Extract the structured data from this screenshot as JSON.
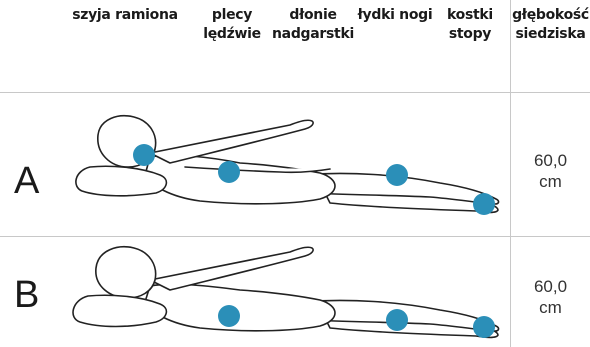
{
  "headers": {
    "neck": "szyja ramiona",
    "back_1": "plecy",
    "back_2": "lędźwie",
    "hands_1": "dłonie",
    "hands_2": "nadgarstki",
    "calves": "łydki nogi",
    "ankles_1": "kostki",
    "ankles_2": "stopy",
    "depth_1": "głębokość",
    "depth_2": "siedziska"
  },
  "rows": [
    {
      "label": "A",
      "value": "60,0",
      "unit": "cm"
    },
    {
      "label": "B",
      "value": "60,0",
      "unit": "cm"
    }
  ],
  "colors": {
    "dot": "#2b8fb8",
    "divider": "#c8c8c8"
  }
}
